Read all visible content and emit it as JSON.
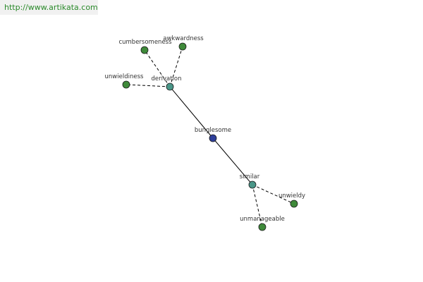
{
  "site": {
    "url_text": "http://www.artikata.com"
  },
  "colors": {
    "center": "#2e3f9a",
    "relation": "#4a9688",
    "leaf": "#3f8a3a",
    "edge": "#000000",
    "banner_text": "#2a8a2a",
    "banner_bg": "#f1f1f1"
  },
  "graph": {
    "center": {
      "id": "bunglesome",
      "label": "bunglesome"
    },
    "relations": [
      {
        "id": "derivation",
        "label": "derivation",
        "edge_style": "solid",
        "leaves": [
          {
            "id": "cumbersomeness",
            "label": "cumbersomeness"
          },
          {
            "id": "awkwardness",
            "label": "awkwardness"
          },
          {
            "id": "unwieldiness",
            "label": "unwieldiness"
          }
        ]
      },
      {
        "id": "similar",
        "label": "similar",
        "edge_style": "solid",
        "leaves": [
          {
            "id": "unwieldy",
            "label": "unwieldy"
          },
          {
            "id": "unmanageable",
            "label": "unmanageable"
          }
        ]
      }
    ]
  }
}
